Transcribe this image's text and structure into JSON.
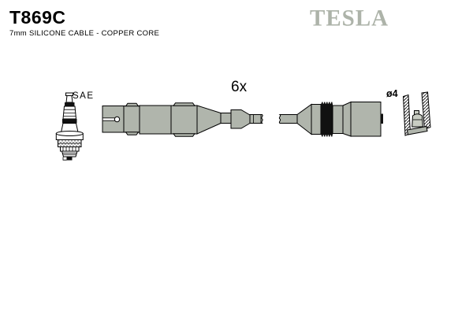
{
  "header": {
    "part_number": "T869C",
    "subtitle": "7mm SILICONE CABLE - COPPER CORE",
    "brand": "TESLA"
  },
  "diagram": {
    "sae_label": "SAE",
    "quantity_label": "6x",
    "diameter_label": "ø4"
  },
  "colors": {
    "background": "#ffffff",
    "part_fill": "#b0b5ac",
    "brand_logo": "#adb3a9",
    "outline": "#000000",
    "solid_band": "#111111"
  }
}
